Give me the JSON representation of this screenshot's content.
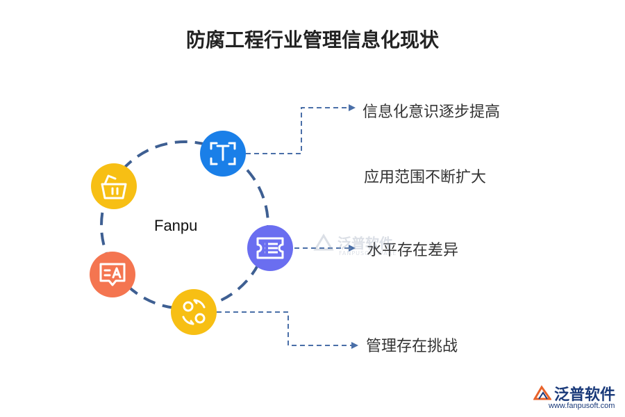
{
  "title": "防腐工程行业管理信息化现状",
  "center_label": "Fanpu",
  "items": [
    {
      "text": "信息化意识逐步提高",
      "icon": "text-t-icon",
      "color": "#1a7fe8"
    },
    {
      "text": "应用范围不断扩大"
    },
    {
      "text": "水平存在差异",
      "icon": "list-ticket-icon",
      "color": "#6a6ef0"
    },
    {
      "text": "管理存在挑战",
      "icon": "cycle-icon",
      "color": "#f7bf14"
    }
  ],
  "left_icons": [
    {
      "icon": "basket-icon",
      "color": "#f7bf14"
    },
    {
      "icon": "translate-chat-icon",
      "color": "#f47550"
    }
  ],
  "colors": {
    "dash": "#3e5f92",
    "arrow": "#4a6fa8"
  },
  "watermark": {
    "text": "泛普软件",
    "sub": "FANPUSOFTWARE"
  },
  "logo": {
    "name": "泛普软件",
    "url": "www.fanpusoft.com"
  }
}
